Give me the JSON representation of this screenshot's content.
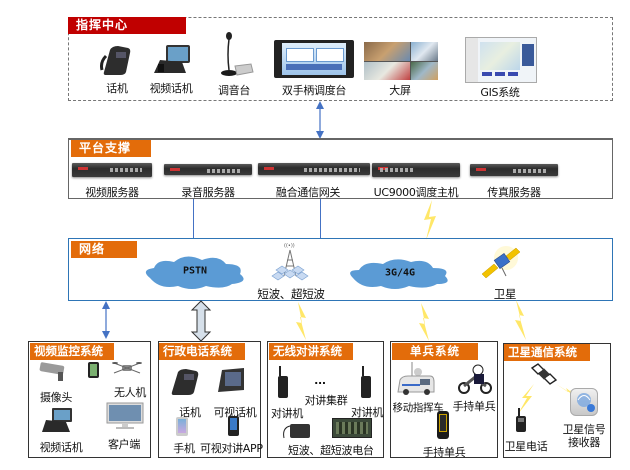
{
  "command_center": {
    "title": "指挥中心",
    "items": [
      {
        "icon": "desk-phone-icon",
        "label": "话机"
      },
      {
        "icon": "video-phone-icon",
        "label": "视频话机"
      },
      {
        "icon": "microphone-console-icon",
        "label": "调音台"
      },
      {
        "icon": "dispatch-console-icon",
        "label": "双手柄调度台"
      },
      {
        "icon": "video-wall-icon",
        "label": "大屏"
      },
      {
        "icon": "gis-map-icon",
        "label": "GIS系统"
      }
    ]
  },
  "platform": {
    "title": "平台支撑",
    "items": [
      {
        "icon": "server-rack-icon",
        "label": "视频服务器"
      },
      {
        "icon": "server-rack-icon",
        "label": "录音服务器"
      },
      {
        "icon": "gateway-rack-icon",
        "label": "融合通信网关"
      },
      {
        "icon": "dispatch-host-rack-icon",
        "label": "UC9000调度主机"
      },
      {
        "icon": "server-rack-icon",
        "label": "传真服务器"
      }
    ]
  },
  "network": {
    "title": "网络",
    "items": [
      {
        "icon": "cloud-icon",
        "label": "PSTN"
      },
      {
        "icon": "radio-tower-icon",
        "label": "短波、超短波"
      },
      {
        "icon": "cloud-icon",
        "label": "3G/4G"
      },
      {
        "icon": "satellite-icon",
        "label": "卫星"
      }
    ]
  },
  "subsystems": [
    {
      "title": "视频监控系统",
      "items": [
        "摄像头",
        "无人机",
        "视频话机",
        "客户端"
      ]
    },
    {
      "title": "行政电话系统",
      "items": [
        "话机",
        "可视话机",
        "手机",
        "可视对讲APP"
      ]
    },
    {
      "title": "无线对讲系统",
      "items": [
        "对讲机",
        "对讲集群",
        "对讲机",
        "短波、超短波电台"
      ],
      "ellipsis": "..."
    },
    {
      "title": "单兵系统",
      "items": [
        "移动指挥车",
        "手持单兵",
        "手持单兵"
      ]
    },
    {
      "title": "卫星通信系统",
      "items": [
        "卫星电话",
        "卫星信号接收器"
      ]
    }
  ],
  "colors": {
    "command_tag": "#c00000",
    "section_tag": "#e36c0a",
    "network_border": "#2e75b6",
    "arrow": "#4472c4",
    "cloud": "#5b9bd5",
    "bolt": "#ffe34d"
  }
}
